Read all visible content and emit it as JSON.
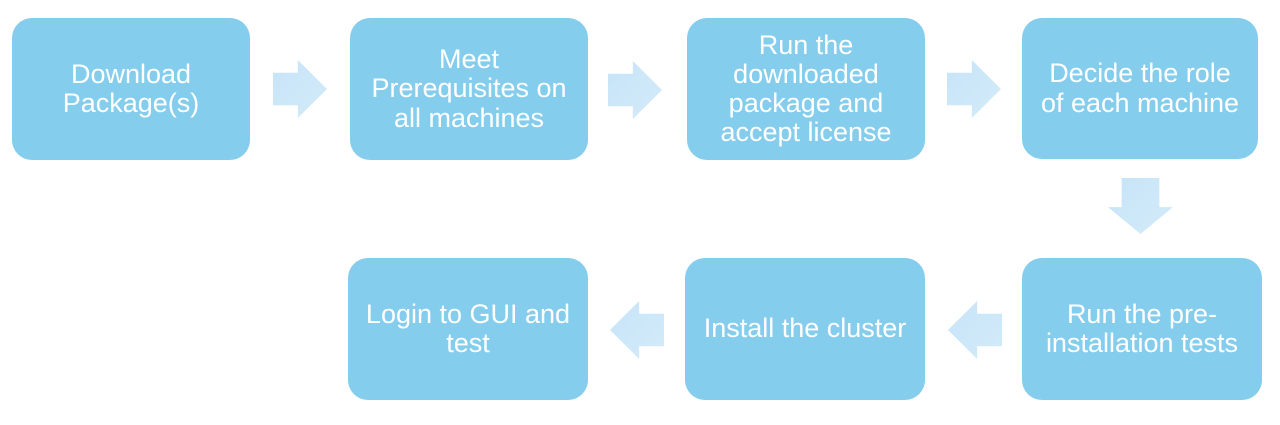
{
  "diagram": {
    "type": "flowchart",
    "colors": {
      "box_fill": "#85CDEC",
      "arrow_fill": "#C6E4F7",
      "text_color": "#FFFFFF"
    },
    "steps": [
      {
        "id": 1,
        "label": "Download\nPackage(s)"
      },
      {
        "id": 2,
        "label": "Meet\nPrerequisites on\nall machines"
      },
      {
        "id": 3,
        "label": "Run the\ndownloaded\npackage and\naccept license"
      },
      {
        "id": 4,
        "label": "Decide the role\nof each machine"
      },
      {
        "id": 5,
        "label": "Run the pre-\ninstallation tests"
      },
      {
        "id": 6,
        "label": "Install the cluster"
      },
      {
        "id": 7,
        "label": "Login to GUI and\ntest"
      }
    ],
    "connectors": [
      {
        "from": 1,
        "to": 2,
        "direction": "right"
      },
      {
        "from": 2,
        "to": 3,
        "direction": "right"
      },
      {
        "from": 3,
        "to": 4,
        "direction": "right"
      },
      {
        "from": 4,
        "to": 5,
        "direction": "down"
      },
      {
        "from": 5,
        "to": 6,
        "direction": "left"
      },
      {
        "from": 6,
        "to": 7,
        "direction": "left"
      }
    ]
  }
}
